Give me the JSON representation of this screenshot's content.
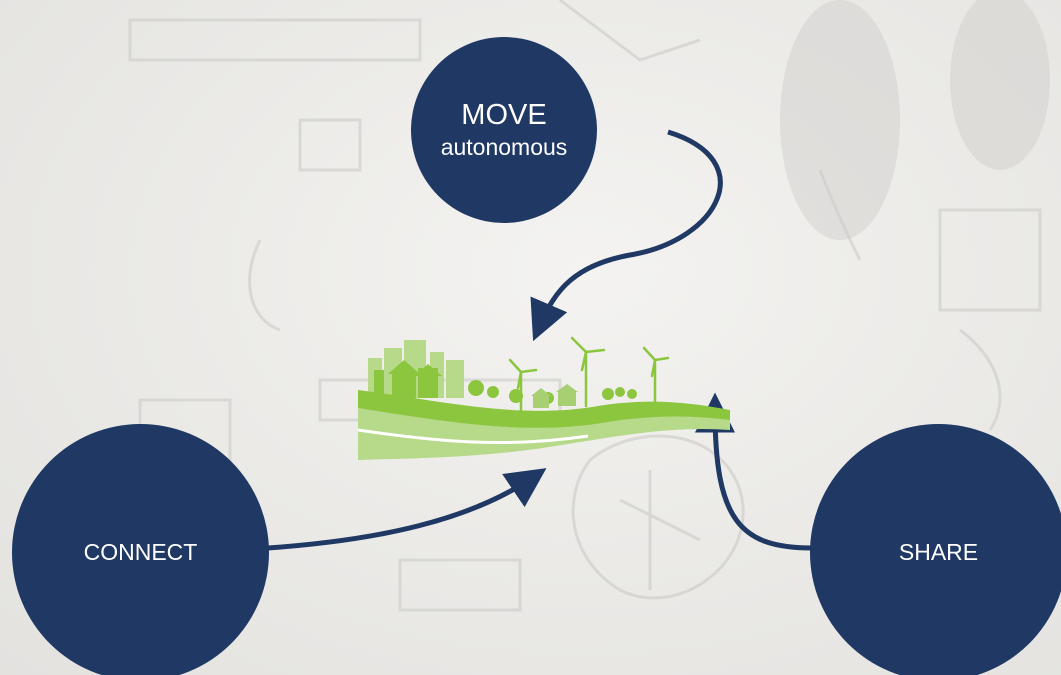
{
  "nodes": {
    "move": {
      "label": "MOVE",
      "sublabel": "autonomous"
    },
    "connect": {
      "label": "CONNECT"
    },
    "share": {
      "label": "SHARE"
    }
  },
  "center": {
    "illustration": "green-city-wind-turbines-icon"
  },
  "colors": {
    "node_fill": "#1f3864",
    "arrow": "#1f3864",
    "node_text": "#ffffff",
    "landscape_green": "#8cc63f",
    "background": "#ecebe8"
  }
}
